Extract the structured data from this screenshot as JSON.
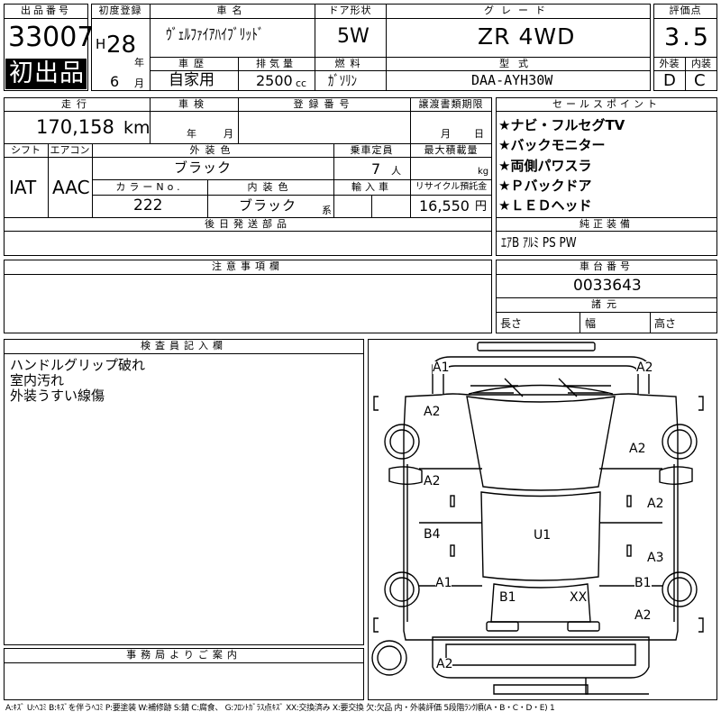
{
  "header": {
    "lot_label": "出品番号",
    "lot_number": "33007",
    "first_reg_label": "初度登録",
    "era": "H",
    "year": "28",
    "year_unit": "年",
    "month": "6",
    "month_unit": "月",
    "car_name_label": "車名",
    "car_name": "ｳﾞｪﾙﾌｧｲｱﾊｲﾌﾞﾘｯﾄﾞ",
    "door_label": "ドア形状",
    "door": "5W",
    "grade_label": "グレード",
    "grade": "ZR 4WD",
    "score_label": "評価点",
    "score": "3.5",
    "first_listing": "初出品",
    "history_label": "車歴",
    "history": "自家用",
    "displacement_label": "排気量",
    "displacement": "2500",
    "displacement_unit": "cc",
    "fuel_label": "燃料",
    "fuel": "ｶﾞｿﾘﾝ",
    "model_label": "型式",
    "model": "DAA-AYH30W",
    "exterior_label": "外装",
    "exterior_grade": "D",
    "interior_label": "内装",
    "interior_grade": "C"
  },
  "specs": {
    "mileage_label": "走行",
    "mileage": "170,158",
    "mileage_unit": "km",
    "inspection_label": "車検",
    "insp_year_unit": "年",
    "insp_month_unit": "月",
    "reg_label": "登録番号",
    "transfer_label": "譲渡書類期限",
    "transfer_month_unit": "月",
    "transfer_day_unit": "日",
    "shift_label": "シフト",
    "shift": "IAT",
    "ac_label": "エアコン",
    "ac": "AAC",
    "ext_color_label": "外装色",
    "ext_color": "ブラック",
    "capacity_label": "乗車定員",
    "capacity": "7",
    "capacity_unit": "人",
    "max_load_label": "最大積載量",
    "max_load_unit": "kg",
    "color_no_label": "カラーNo.",
    "color_no": "222",
    "int_color_label": "内装色",
    "int_color": "ブラック",
    "int_color_unit": "系",
    "import_label": "輸入車",
    "recycle_label": "リサイクル預託金",
    "recycle": "16,550",
    "recycle_unit": "円",
    "later_parts_label": "後日発送部品"
  },
  "sales_points": {
    "label": "セールスポイント",
    "items": [
      "★ナビ・フルセグTV",
      "★バックモニター",
      "★両側パワスラ",
      "★Ｐバックドア",
      "★ＬＥＤヘッド"
    ]
  },
  "equipment": {
    "label": "純正装備",
    "value": "ｴｱB ｱﾙﾐ PS PW"
  },
  "notes": {
    "label": "注意事項欄"
  },
  "chassis": {
    "label": "車台番号",
    "number": "0033643",
    "dims_label": "諸元",
    "length_label": "長さ",
    "width_label": "幅",
    "height_label": "高さ"
  },
  "inspector": {
    "label": "検査員記入欄",
    "lines": [
      "ハンドルグリップ破れ",
      "室内汚れ",
      "外装うすい線傷"
    ]
  },
  "office": {
    "label": "事務局よりご案内"
  },
  "damage": {
    "codes": [
      "A1",
      "A2",
      "A2",
      "A2",
      "A2",
      "A2",
      "B4",
      "A3",
      "A1",
      "B1",
      "B1",
      "XX",
      "A2",
      "U1",
      "A2"
    ]
  },
  "legend": "A:ｷｽﾞ U:ﾍｺﾐ B:ｷｽﾞを伴うﾍｺﾐ P:要塗装 W:補修跡 S:錆 C:腐食、 G:ﾌﾛﾝﾄｶﾞﾗｽ点ｷｽﾞ XX:交換済み X:要交換 欠:欠品 内・外装評価 5段階ﾗﾝｸ順(A・B・C・D・E) 1"
}
